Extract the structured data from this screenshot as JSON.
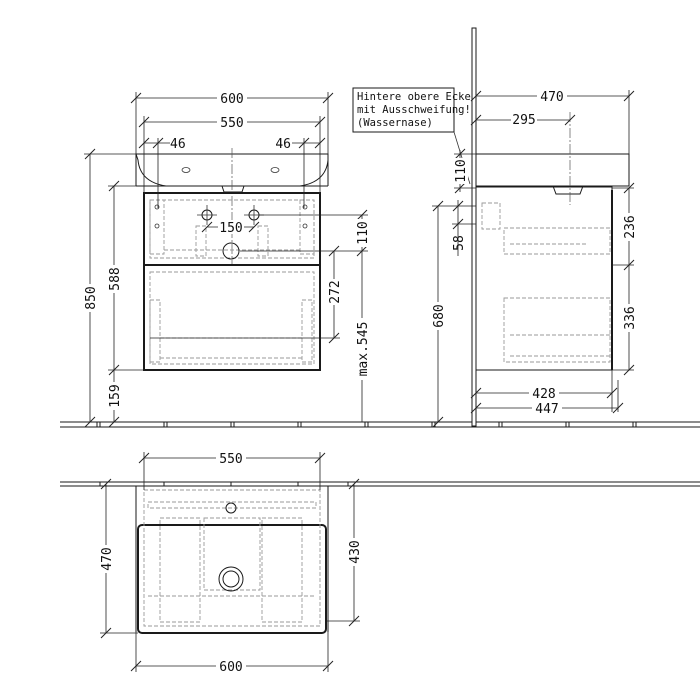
{
  "front_view": {
    "basin_width_total": "600",
    "basin_width_inner": "550",
    "tap_offset_left": "46",
    "tap_offset_right": "46",
    "drain_spacing": "150",
    "drain_height_offset": "110",
    "drawer_dim": "272",
    "max_height": "max.545",
    "total_height": "850",
    "cabinet_height": "588",
    "floor_clearance": "159"
  },
  "side_view": {
    "depth_total": "470",
    "drain_depth": "295",
    "basin_thickness": "110",
    "upper_offset": "58",
    "mount_height": "680",
    "upper_drawer": "236",
    "lower_drawer": "336",
    "cabinet_depth_inner": "428",
    "cabinet_depth_outer": "447",
    "note_lines": [
      "Hintere obere Ecke",
      "mit Ausschweifung!",
      "(Wassernase)"
    ]
  },
  "top_view": {
    "cabinet_width": "550",
    "basin_width": "600",
    "basin_depth": "470",
    "cabinet_depth": "430"
  },
  "colors": {
    "line": "#1a1a1a",
    "hidden": "#9a9a9a",
    "background": "#ffffff"
  }
}
